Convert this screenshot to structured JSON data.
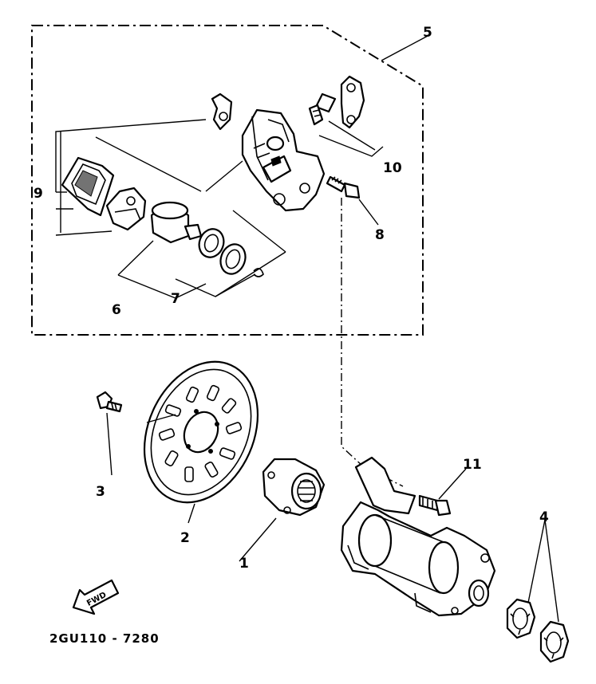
{
  "diagram": {
    "drawing_code": "2GU110 - 7280",
    "fwd_label": "FWD",
    "callouts": {
      "c1": "1",
      "c2": "2",
      "c3": "3",
      "c4": "4",
      "c5": "5",
      "c6": "6",
      "c7": "7",
      "c8": "8",
      "c9": "9",
      "c10": "10",
      "c11": "11"
    }
  }
}
